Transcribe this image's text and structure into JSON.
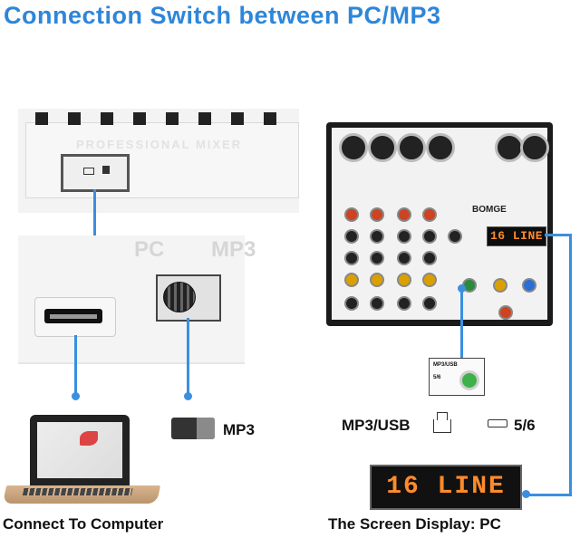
{
  "title": "Connection Switch between PC/MP3",
  "mixer_brand": "PROFESSIONAL MIXER",
  "zoom": {
    "pc_label": "PC",
    "mp3_label": "MP3"
  },
  "left": {
    "toggle_label": "MP3",
    "caption": "Connect To Computer"
  },
  "right": {
    "brand": "BOMGE",
    "mini_display": "16 LINE",
    "source_tag": {
      "mp3usb": "MP3/USB",
      "val56": "5/6"
    },
    "mp3usb_label": "MP3/USB",
    "val56_label": "5/6",
    "big_display": "16 LINE",
    "caption": "The Screen Display: PC"
  },
  "colors": {
    "title_blue": "#2e86d9",
    "line_blue": "#3a8fe0",
    "display_orange": "#ff8b2b"
  }
}
